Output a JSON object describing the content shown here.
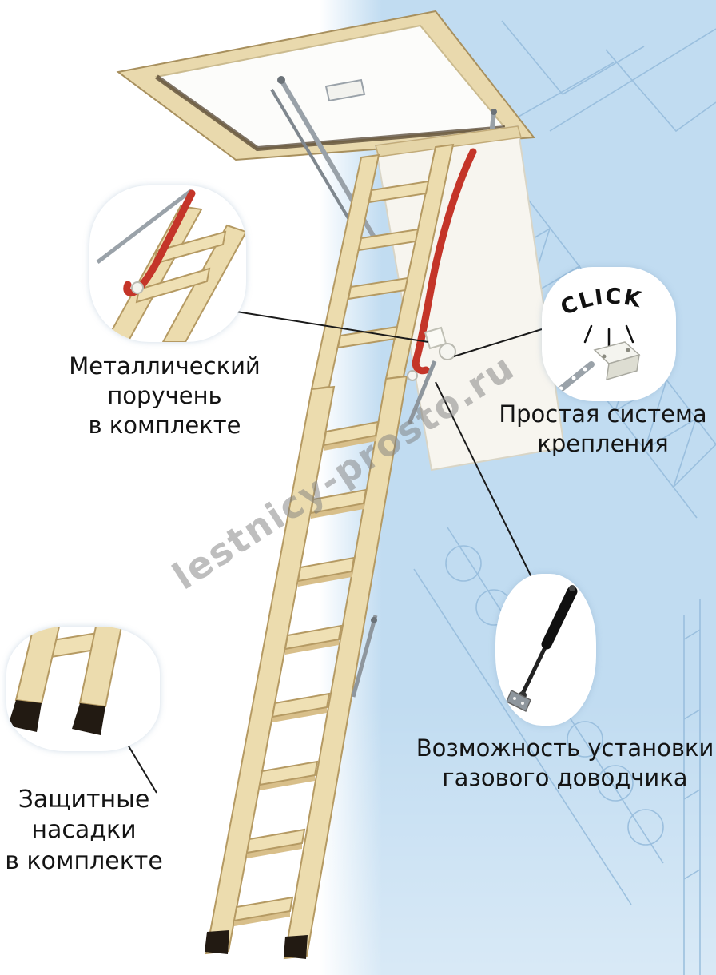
{
  "watermark": {
    "text": "lestnicy-prosto.ru"
  },
  "detail": {
    "click": "CLICK"
  },
  "labels": {
    "handrail": {
      "line1": "Металлический поручень",
      "line2": "в комплекте"
    },
    "mounting": {
      "line1": "Простая система",
      "line2": "крепления"
    },
    "gas": {
      "line1": "Возможность установки",
      "line2": "газового доводчика"
    },
    "caps": {
      "line1": "Защитные",
      "line2": "насадки",
      "line3": "в комплекте"
    }
  },
  "colors": {
    "background_blue": "#c1dcf1",
    "blueprint_line": "#96bcdc",
    "wood_light": "#ecdcae",
    "wood_edge": "#b59a63",
    "handrail_red": "#c43529",
    "metal_gray": "#9aa2a9",
    "cap_black": "#221a12",
    "label_text": "#141414",
    "watermark_gray": "#7d7d7d"
  }
}
